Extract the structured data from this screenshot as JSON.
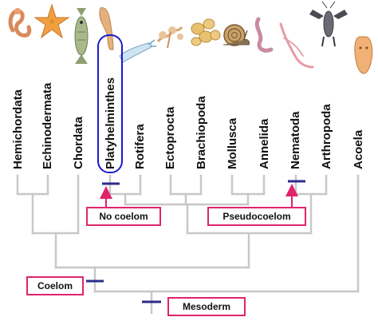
{
  "taxa": [
    {
      "name": "Hemichordata",
      "icon": "acorn-worm-icon"
    },
    {
      "name": "Echinodermata",
      "icon": "starfish-icon"
    },
    {
      "name": "Chordata",
      "icon": "fish-icon"
    },
    {
      "name": "Platyhelminthes",
      "icon": "flatworm-icon"
    },
    {
      "name": "Rotifera",
      "icon": "rotifer-icon"
    },
    {
      "name": "Ectoprocta",
      "icon": "bryozoan-icon"
    },
    {
      "name": "Brachiopoda",
      "icon": "lamp-shell-icon"
    },
    {
      "name": "Mollusca",
      "icon": "snail-icon"
    },
    {
      "name": "Annelida",
      "icon": "earthworm-icon"
    },
    {
      "name": "Nematoda",
      "icon": "roundworm-icon"
    },
    {
      "name": "Arthropoda",
      "icon": "lobster-icon"
    },
    {
      "name": "Acoela",
      "icon": "acoel-flatworm-icon"
    }
  ],
  "callouts": {
    "no_coelom": "No coelom",
    "pseudocoelom": "Pseudocoelom",
    "coelom": "Coelom",
    "mesoderm": "Mesoderm"
  },
  "colors": {
    "branch": "#c8c8c8",
    "marker": "#2c2c8c",
    "callout_border": "#e0246c",
    "highlight_oval": "#1a1acc",
    "text": "#111111"
  }
}
